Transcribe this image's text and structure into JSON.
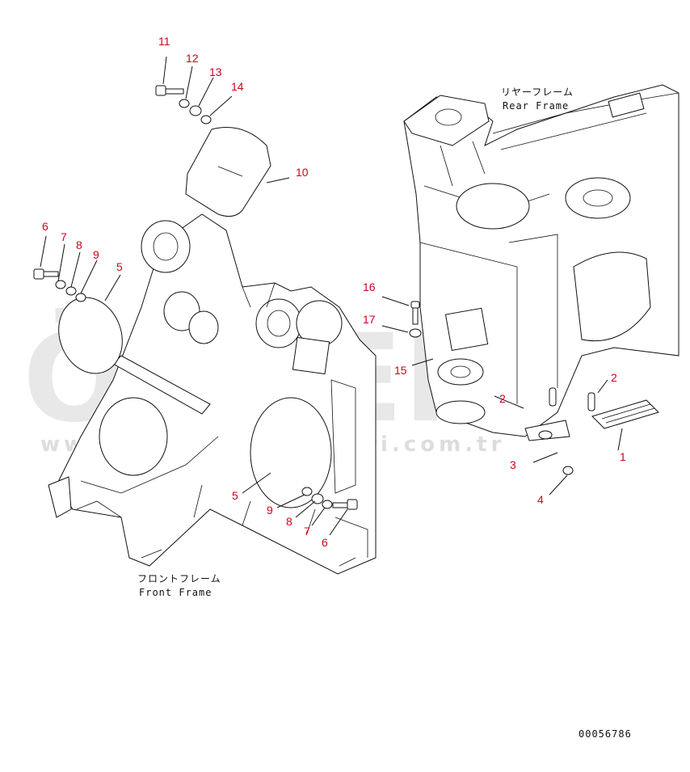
{
  "diagram": {
    "rear_frame_label_jp": "リヤーフレーム",
    "rear_frame_label_en": "Rear Frame",
    "front_frame_label_jp": "フロントフレーム",
    "front_frame_label_en": "Front Frame",
    "drawing_number": "00056786"
  },
  "watermark": {
    "logo_text": "ÖRNEK",
    "url_text": "www.orneksmakinalari.com.tr"
  },
  "callouts": {
    "c11": "11",
    "c12": "12",
    "c13": "13",
    "c14": "14",
    "c10": "10",
    "c6a": "6",
    "c7a": "7",
    "c8a": "8",
    "c9a": "9",
    "c5a": "5",
    "c16": "16",
    "c17": "17",
    "c15": "15",
    "c2a": "2",
    "c2b": "2",
    "c3": "3",
    "c4": "4",
    "c1": "1",
    "c5b": "5",
    "c9b": "9",
    "c8b": "8",
    "c7b": "7",
    "c6b": "6"
  },
  "colors": {
    "callout": "#d0021b",
    "line": "#111111",
    "watermark": "#d6d6d6"
  }
}
